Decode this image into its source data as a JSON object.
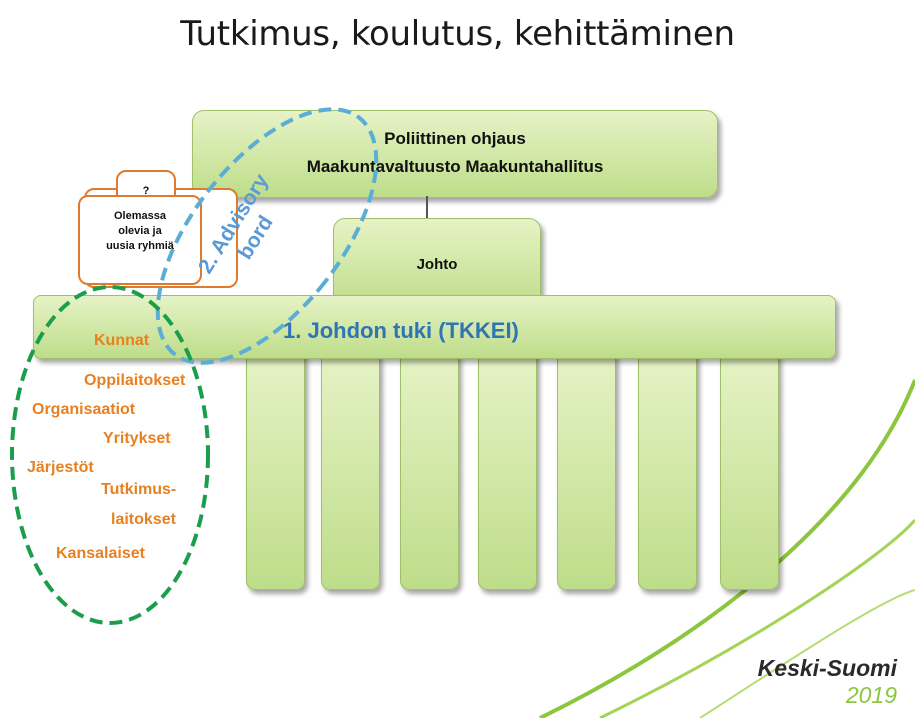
{
  "title": "Tutkimus, koulutus, kehittäminen",
  "top_box": {
    "line1": "Poliittinen ohjaus",
    "line2": "Maakuntavaltuusto Maakuntahallitus"
  },
  "johto": "Johto",
  "support_bar": "1. Johdon tuki (TKKEI)",
  "advisory": {
    "line1": "2. Advisory",
    "line2": "bord"
  },
  "groups": {
    "question": "?",
    "line1": "Olemassa",
    "line2": "olevia ja",
    "line3": "uusia ryhmiä"
  },
  "stakeholders": [
    "Kunnat",
    "Oppilaitokset",
    "Organisaatiot",
    "Yritykset",
    "Järjestöt",
    "Tutkimus-",
    "laitokset",
    "Kansalaiset"
  ],
  "brand": {
    "name": "Keski-Suomi",
    "year": "2019"
  },
  "colors": {
    "box_light": "#e6f3c6",
    "box_dark": "#bedd8a",
    "orange": "#e8801f",
    "blue": "#2f75b5",
    "advisory_blue": "#5aaed6",
    "green_ellipse": "#1a9e4b",
    "swoosh": "#8cc63f"
  }
}
